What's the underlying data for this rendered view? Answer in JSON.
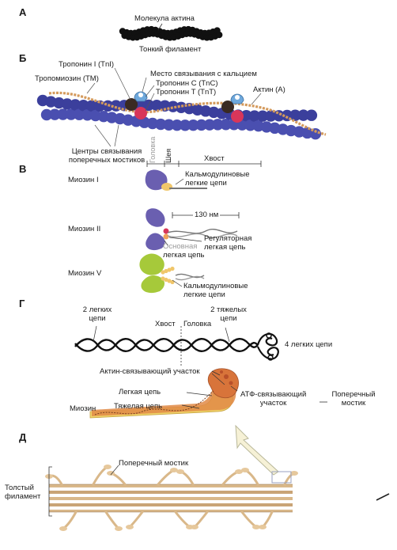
{
  "panel_a": {
    "letter": "А",
    "actin_molecule": "Молекула актина",
    "thin_filament": "Тонкий филамент"
  },
  "panel_b": {
    "letter": "Б",
    "troponin_i": "Тропонин I (TnI)",
    "tropomyosin": "Тропомиозин (TM)",
    "calcium_site": "Место связывания с кальцием",
    "troponin_c": "Тропонин C (TnC)",
    "troponin_t": "Тропонин T (TnT)",
    "actin": "Актин (A)",
    "crossbridge_sites_line1": "Центры связывания",
    "crossbridge_sites_line2": "поперечных мостиков"
  },
  "panel_v": {
    "letter": "В",
    "head": "Головка",
    "neck": "Шея",
    "tail": "Хвост",
    "myosin_1": "Миозин I",
    "calmodulin_chains_1_line1": "Кальмодулиновые",
    "calmodulin_chains_1_line2": "легкие цепи",
    "length_130": "130 нм",
    "myosin_2": "Миозин II",
    "regulatory_line1": "Регуляторная",
    "regulatory_line2": "легкая цепь",
    "essential_line1": "Основная",
    "essential_line2": "легкая цепь",
    "myosin_5": "Миозин V",
    "calmodulin_chains_5_line1": "Кальмодулиновые",
    "calmodulin_chains_5_line2": "легкие цепи"
  },
  "panel_g": {
    "letter": "Г",
    "two_light_line1": "2 легких",
    "two_light_line2": "цепи",
    "two_heavy_line1": "2 тяжелых",
    "two_heavy_line2": "цепи",
    "tail": "Хвост",
    "head": "Головка",
    "four_light": "4 легких цепи",
    "actin_binding": "Актин-связывающий участок",
    "light_chain": "Легкая цепь",
    "atp_binding_line1": "АТФ-связывающий",
    "atp_binding_line2": "участок",
    "crossbridge_line1": "Поперечный",
    "crossbridge_line2": "мостик",
    "myosin": "Миозин",
    "heavy_chain": "Тяжелая цепь"
  },
  "panel_d": {
    "letter": "Д",
    "crossbridge": "Поперечный мостик",
    "thick_line1": "Толстый",
    "thick_line2": "филамент"
  },
  "colors": {
    "actin_blue": "#3b3f9c",
    "tropomyosin": "#d49a5c",
    "troponin_c": "#6ea8dc",
    "troponin_t": "#d8365a",
    "troponin_i": "#3a2a22",
    "myosin_purple": "#6a5fb0",
    "myosin_green": "#a6c93a",
    "myosin_orange": "#d8743a",
    "myosin_yellow": "#f0d66a",
    "thick_filament": "#d9b88a"
  }
}
